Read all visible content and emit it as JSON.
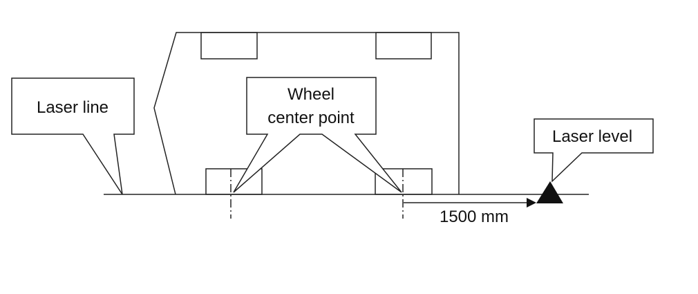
{
  "labels": {
    "laser_line": "Laser line",
    "wheel_center_line1": "Wheel",
    "wheel_center_line2": "center point",
    "laser_level": "Laser level",
    "distance": "1500 mm"
  }
}
